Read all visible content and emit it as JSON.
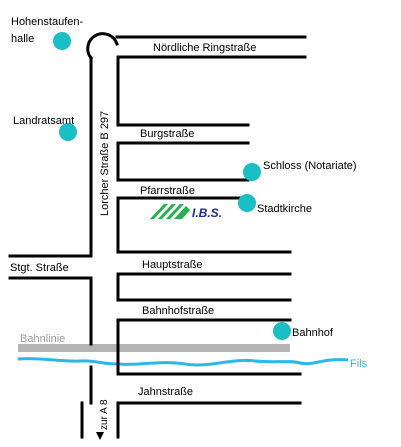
{
  "colors": {
    "road": "#000000",
    "poi": "#19bfc4",
    "railway": "#b4b4b4",
    "river": "#2ab7ea",
    "logo_text": "#1a2aa8",
    "logo_stripes": "#22b14c"
  },
  "streets": {
    "noerdliche_ringstrasse": "Nördliche Ringstraße",
    "burgstrasse": "Burgstraße",
    "pfarrstrasse": "Pfarrstraße",
    "hauptstrasse": "Hauptstraße",
    "bahnhofstrasse": "Bahnhofstraße",
    "jahnstrasse": "Jahnstraße",
    "stgt_strasse": "Stgt. Straße",
    "lorcher_strasse": "Lorcher Straße B 297",
    "zur_a8": "zur A 8"
  },
  "pois": {
    "hohenstaufenhalle_line1": "Hohenstaufen-",
    "hohenstaufenhalle_line2": "halle",
    "landratsamt": "Landratsamt",
    "schloss": "Schloss (Notariate)",
    "stadtkirche": "Stadtkirche",
    "bahnhof": "Bahnhof"
  },
  "features": {
    "bahnlinie": "Bahnlinie",
    "fils": "Fils"
  },
  "logo": {
    "text": "I.B.S."
  }
}
